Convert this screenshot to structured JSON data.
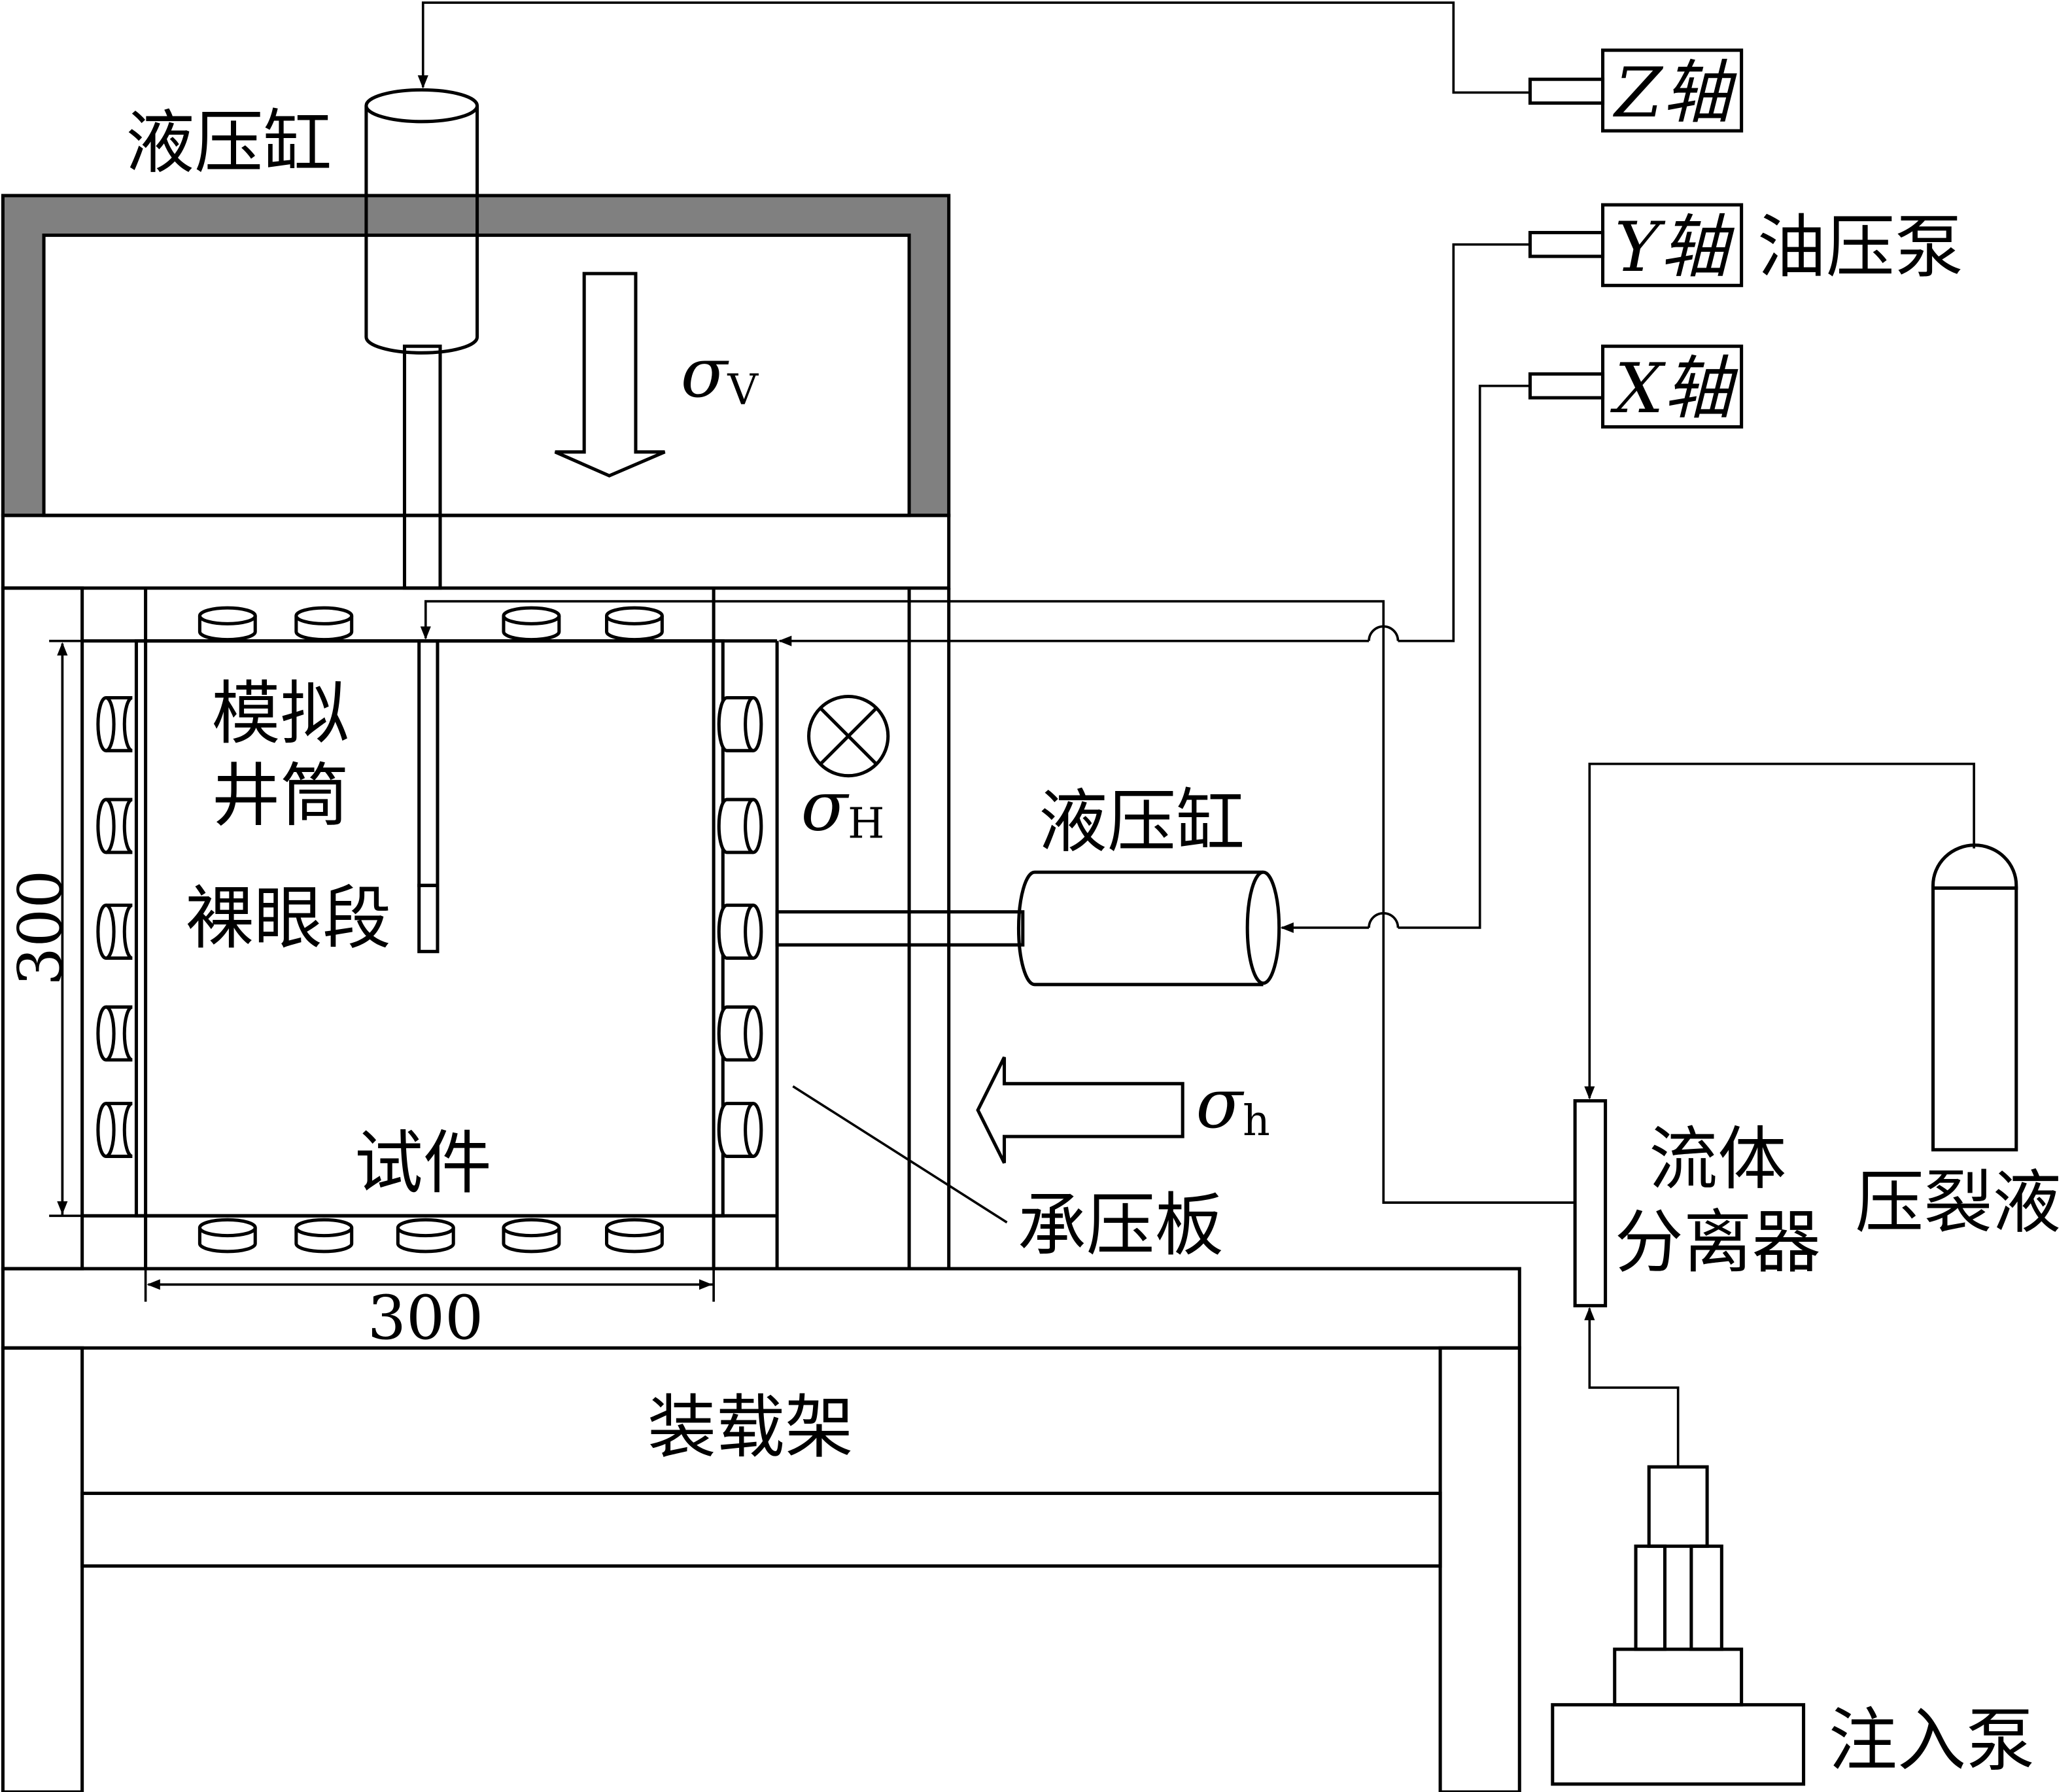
{
  "colors": {
    "frame": "#808080",
    "specimen": "#b3b3b3",
    "hydraulic": "#7fd3f7",
    "arrow": "#f2f23c",
    "pump": "#bfc996",
    "openhole": "#d9b38c"
  },
  "labels": {
    "top_cylinder": "液压缸",
    "side_cylinder": "液压缸",
    "oil_pump": "油压泵",
    "z_axis": "Z轴",
    "y_axis": "Y轴",
    "x_axis": "X轴",
    "sigma_v": "σ",
    "sigma_v_sub": "V",
    "sigma_H": "σ",
    "sigma_H_sub": "H",
    "sigma_h": "σ",
    "sigma_h_sub": "h",
    "wellbore_1": "模拟",
    "wellbore_2": "井筒",
    "open_hole": "裸眼段",
    "specimen": "试件",
    "bearing_plate": "承压板",
    "fluid_separator_1": "流体",
    "fluid_separator_2": "分离器",
    "frac_fluid": "压裂液",
    "injection_pump": "注入泵",
    "loading_frame": "装载架",
    "dim_height": "300",
    "dim_width": "300"
  }
}
